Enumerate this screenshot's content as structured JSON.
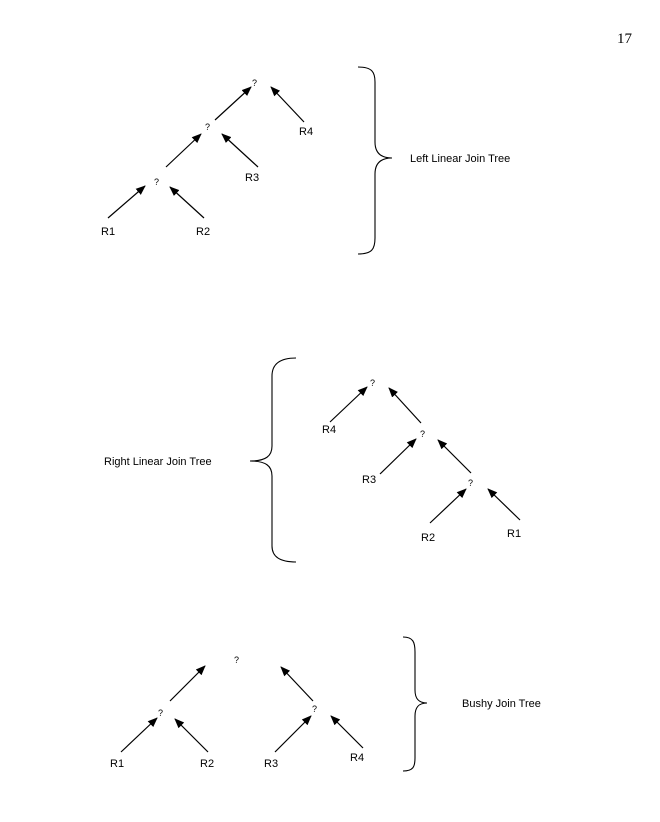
{
  "page_number": "17",
  "diagrams": {
    "left_linear": {
      "title": "Left Linear Join Tree",
      "join_node_label": "?",
      "leaves": [
        "R1",
        "R2",
        "R3",
        "R4"
      ]
    },
    "right_linear": {
      "title": "Right Linear Join Tree",
      "join_node_label": "?",
      "leaves": [
        "R4",
        "R3",
        "R2",
        "R1"
      ]
    },
    "bushy": {
      "title": "Bushy Join Tree",
      "join_node_label": "?",
      "leaves": [
        "R1",
        "R2",
        "R3",
        "R4"
      ]
    }
  }
}
